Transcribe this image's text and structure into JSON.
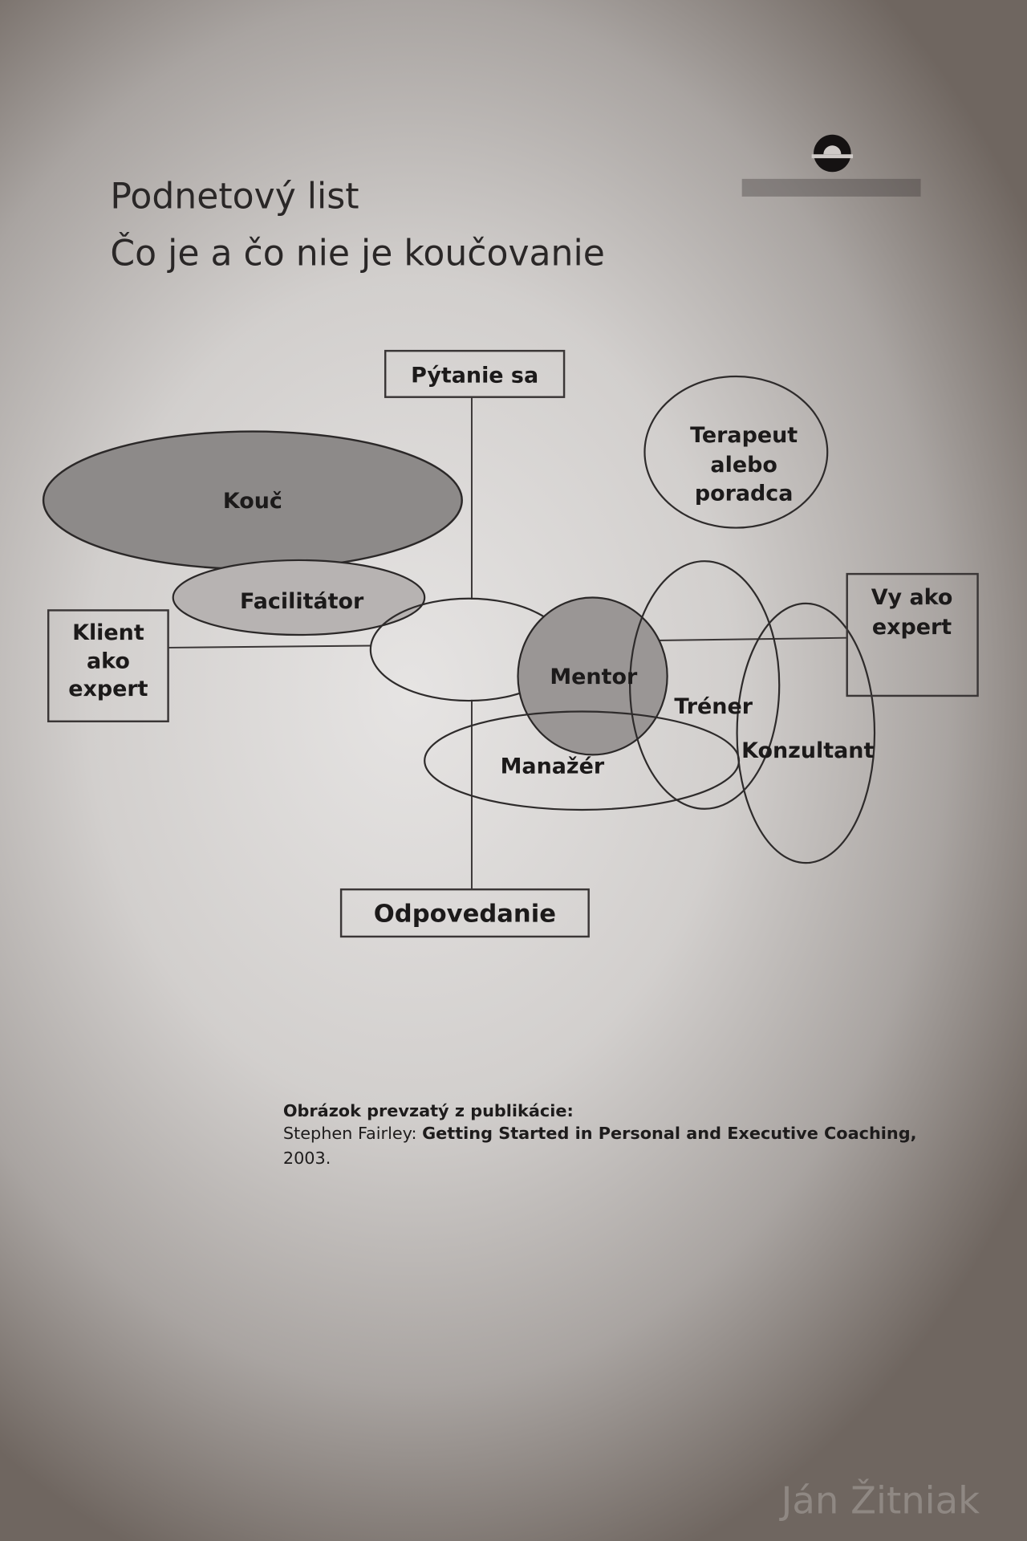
{
  "header": {
    "title_line1": "Podnetový list",
    "title_line2": "Čo je a čo nie je koučovanie",
    "logo": "company-logo"
  },
  "diagram": {
    "axis_top": "Pýtanie sa",
    "axis_bottom": "Odpovedanie",
    "axis_left": [
      "Klient",
      "ako",
      "expert"
    ],
    "axis_right": [
      "Vy ako",
      "expert"
    ],
    "roles": {
      "kouc": "Kouč",
      "facilitator": "Facilitátor",
      "mentor": "Mentor",
      "trener": "Tréner",
      "manazer": "Manažér",
      "konzultant": "Konzultant",
      "terapeut": [
        "Terapeut",
        "alebo",
        "poradca"
      ]
    }
  },
  "caption": {
    "line1": "Obrázok prevzatý z publikácie:",
    "author": "Stephen Fairley:",
    "book": "Getting Started in Personal and Executive Coaching,",
    "year": "2003."
  },
  "watermark": "Ján Žitniak"
}
